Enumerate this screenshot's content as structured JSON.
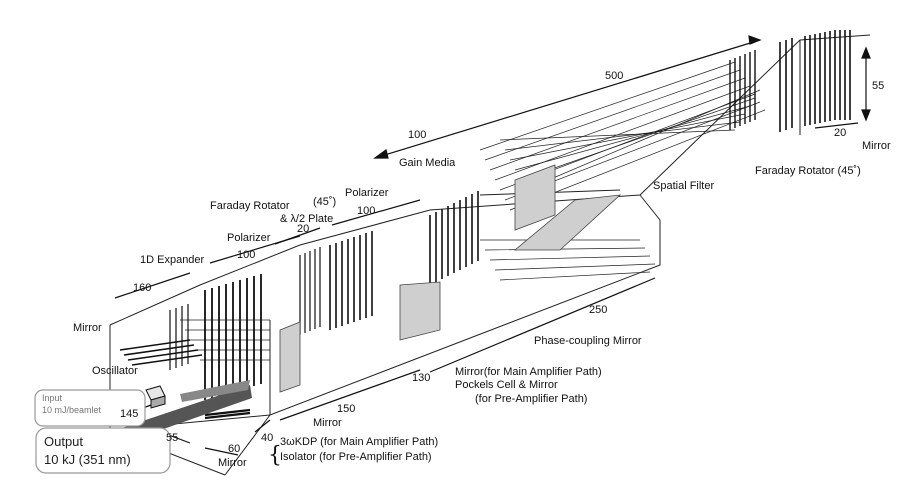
{
  "labels": {
    "d500": "500",
    "d55_top": "55",
    "d20_right": "20",
    "mirror_top": "Mirror",
    "d100_gain": "100",
    "gain_media": "Gain Media",
    "spatial_filter": "Spatial Filter",
    "faraday_rotator_right": "Faraday Rotator  (45˚)",
    "polarizer_center": "Polarizer",
    "d100_polarizer": "100",
    "faraday_rotator_left": "Faraday Rotator",
    "deg45_left": "(45˚)",
    "half_wave_plate": "& λ/2 Plate",
    "d20_left": "20",
    "polarizer_left": "Polarizer",
    "d100_left": "100",
    "expander": "1D Expander",
    "d160": "160",
    "d250": "250",
    "phase_coupling_mirror": "Phase-coupling Mirror",
    "mirror_left": "Mirror",
    "oscillator": "Oscillator",
    "mirror_main_amp": "Mirror(for Main Amplifier Path)",
    "pockels_cell": "Pockels Cell & Mirror",
    "for_pre_amp": "(for Pre-Amplifier Path)",
    "d130": "130",
    "d150": "150",
    "mirror_mid": "Mirror",
    "d145": "145",
    "d55_bottom": "55",
    "d60": "60",
    "d40": "40",
    "mirror_bottom": "Mirror",
    "kdp": "3ωKDP (for Main Amplifier Path)",
    "isolator": "Isolator (for Pre-Amplifier Path)",
    "input_title": "Input",
    "input_value": "10 mJ/beamlet",
    "output_title": "Output",
    "output_value": "10 kJ (351 nm)"
  }
}
